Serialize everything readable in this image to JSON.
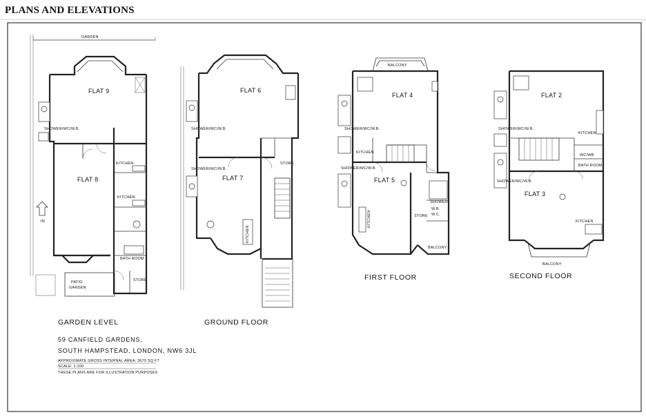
{
  "page": {
    "title": "PLANS AND ELEVATIONS"
  },
  "plans": {
    "garden_level": {
      "label": "GARDEN LEVEL",
      "top_label": "GARDEN",
      "entry_label": "IN",
      "rooms": {
        "flat9": "FLAT 9",
        "flat8": "FLAT 8",
        "shower": "SHOWER/WC/W.B.",
        "kitchen1": "KITCHEN",
        "kitchen2": "KITCHEN",
        "bathroom": "BATH ROOM",
        "store": "STORE",
        "patio": "PATIO",
        "patio2": "GARDEN"
      }
    },
    "ground_floor": {
      "label": "GROUND FLOOR",
      "rooms": {
        "flat6": "FLAT 6",
        "flat7": "FLAT 7",
        "shower1": "SHOWER/WC/W.B.",
        "shower2": "SHOWER/WC/W.B.",
        "kitchen": "KITCHEN",
        "store": "STORE"
      }
    },
    "first_floor": {
      "label": "FIRST FLOOR",
      "rooms": {
        "flat4": "FLAT 4",
        "flat5": "FLAT 5",
        "balcony_top": "BALCONY",
        "balcony_bottom": "BALCONY",
        "shower1": "SHOWER/WC/W.B.",
        "shower2": "SHOWER/WC/W.B.",
        "shower3": "SHOWER",
        "wb": "W.B.",
        "wc": "W.C.",
        "store": "STORE",
        "kitchen1": "KITCHEN",
        "kitchen2": "KITCHEN"
      }
    },
    "second_floor": {
      "label": "SECOND FLOOR",
      "rooms": {
        "flat2": "FLAT 2",
        "flat3": "FLAT 3",
        "shower1": "SHOWER/WC/W.B.",
        "shower2": "SHOWER/WC/W.B.",
        "kitchen1": "KITCHEN",
        "kitchen2": "KITCHEN",
        "wcwb": "WC/WB",
        "bathroom": "BATH ROOM",
        "balcony": "BALCONY"
      }
    }
  },
  "info": {
    "address_line1": "59 CANFIELD GARDENS,",
    "address_line2": "SOUTH HAMPSTEAD, LONDON, NW6 3JL",
    "area": "APPROXIMATE GROSS INTERNAL AREA: 3670 SQ FT",
    "scale": "SCALE: 1:100",
    "disclaimer": "THESE PLANS ARE FOR ILLUSTRATION PURPOSES"
  },
  "colors": {
    "line": "#222222",
    "background": "#ffffff"
  }
}
